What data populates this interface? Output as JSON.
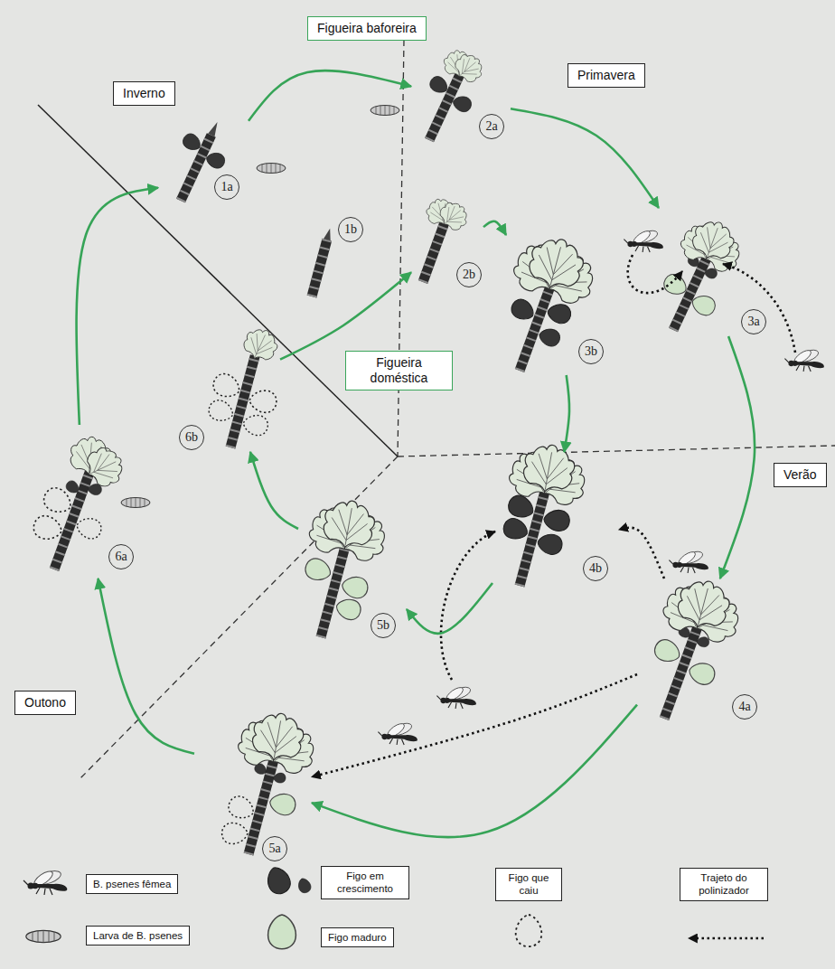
{
  "diagram": {
    "nodes": [
      {
        "text": [
          "Figueira baforeira"
        ]
      },
      {
        "text": [
          "Inverno"
        ]
      },
      {
        "text": [
          "2a"
        ]
      },
      {
        "text": [
          "Primavera"
        ]
      },
      {
        "text": [
          "1a"
        ]
      },
      {
        "text": [
          "2b"
        ]
      },
      {
        "text": [
          "1b"
        ]
      },
      {
        "text": [
          "3a"
        ]
      },
      {
        "text": [
          "3b"
        ]
      },
      {
        "text": [
          "6b"
        ]
      },
      {
        "text": [
          "Figueira doméstica"
        ]
      },
      {
        "text": [
          "Verão"
        ]
      },
      {
        "text": [
          "4b"
        ]
      },
      {
        "text": [
          "6a"
        ]
      },
      {
        "text": [
          "5b"
        ]
      },
      {
        "text": [
          "4a"
        ]
      },
      {
        "text": [
          "Outono"
        ]
      },
      {
        "text": [
          "5a"
        ]
      }
    ],
    "edges": [
      {
        "from": 4,
        "to": 2,
        "arrow": "to"
      },
      {
        "from": 2,
        "to": 7,
        "arrow": "to"
      },
      {
        "from": 7,
        "to": 15,
        "arrow": "to"
      },
      {
        "from": 15,
        "to": 17,
        "arrow": "to"
      },
      {
        "from": 17,
        "to": 13,
        "arrow": "to"
      },
      {
        "from": 13,
        "to": 4,
        "arrow": "to"
      },
      {
        "from": 9,
        "to": 5,
        "arrow": "to"
      },
      {
        "from": 5,
        "to": 8,
        "arrow": "to"
      },
      {
        "from": 8,
        "to": 12,
        "arrow": "to"
      },
      {
        "from": 12,
        "to": 14,
        "arrow": "to"
      },
      {
        "from": 14,
        "to": 9,
        "arrow": "to"
      },
      {
        "from": 15,
        "to": 12,
        "arrow": "to"
      },
      {
        "from": 15,
        "to": 17,
        "arrow": "to"
      }
    ],
    "legend": [
      {
        "text": "B. psenes fêmea"
      },
      {
        "text": "Figo em crescimento"
      },
      {
        "text": "Figo que caiu"
      },
      {
        "text": "Trajeto do polinizador"
      },
      {
        "text": "Larva de B. psenes"
      },
      {
        "text": "Figo maduro"
      }
    ]
  }
}
